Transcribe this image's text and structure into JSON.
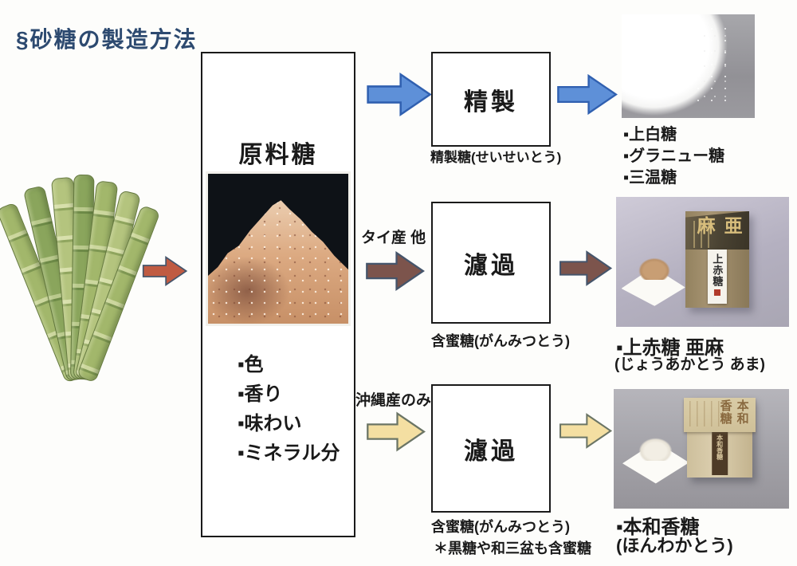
{
  "title": "§砂糖の製造方法",
  "raw_sugar": {
    "heading": "原料糖",
    "bullets": [
      "▪色",
      "▪香り",
      "▪味わい",
      "▪ミネラル分"
    ]
  },
  "branch_refining": {
    "box_label": "精製",
    "caption": "精製糖(せいせいとう)",
    "products": [
      "▪上白糖",
      "▪グラニュー糖",
      "▪三温糖"
    ]
  },
  "branch_thai": {
    "route_label": "タイ産 他",
    "box_label": "濾過",
    "caption": "含蜜糖(がんみつとう)",
    "product_name": "▪上赤糖 亜麻",
    "product_reading": "(じょうあかとう あま)",
    "package_top_text": "亜麻",
    "package_label_text": "上赤糖"
  },
  "branch_okinawa": {
    "route_label": "沖縄産のみ",
    "box_label": "濾過",
    "caption": "含蜜糖(がんみつとう)",
    "note": "＊黒糖や和三盆も含蜜糖",
    "product_name": "▪本和香糖",
    "product_reading": "(ほんわかとう)",
    "package_top_text": "本和香糖",
    "package_label_text": "本和香糖"
  },
  "colors": {
    "title_navy": "#2d4a70",
    "arrow_blue": "#5e90d8",
    "arrow_blue_border": "#3060b0",
    "arrow_red": "#c05b42",
    "arrow_brown": "#7c544c",
    "arrow_yellow": "#f4dfa2",
    "arrow_dark_border": "#45556b",
    "box_border": "#1a1a1a"
  }
}
